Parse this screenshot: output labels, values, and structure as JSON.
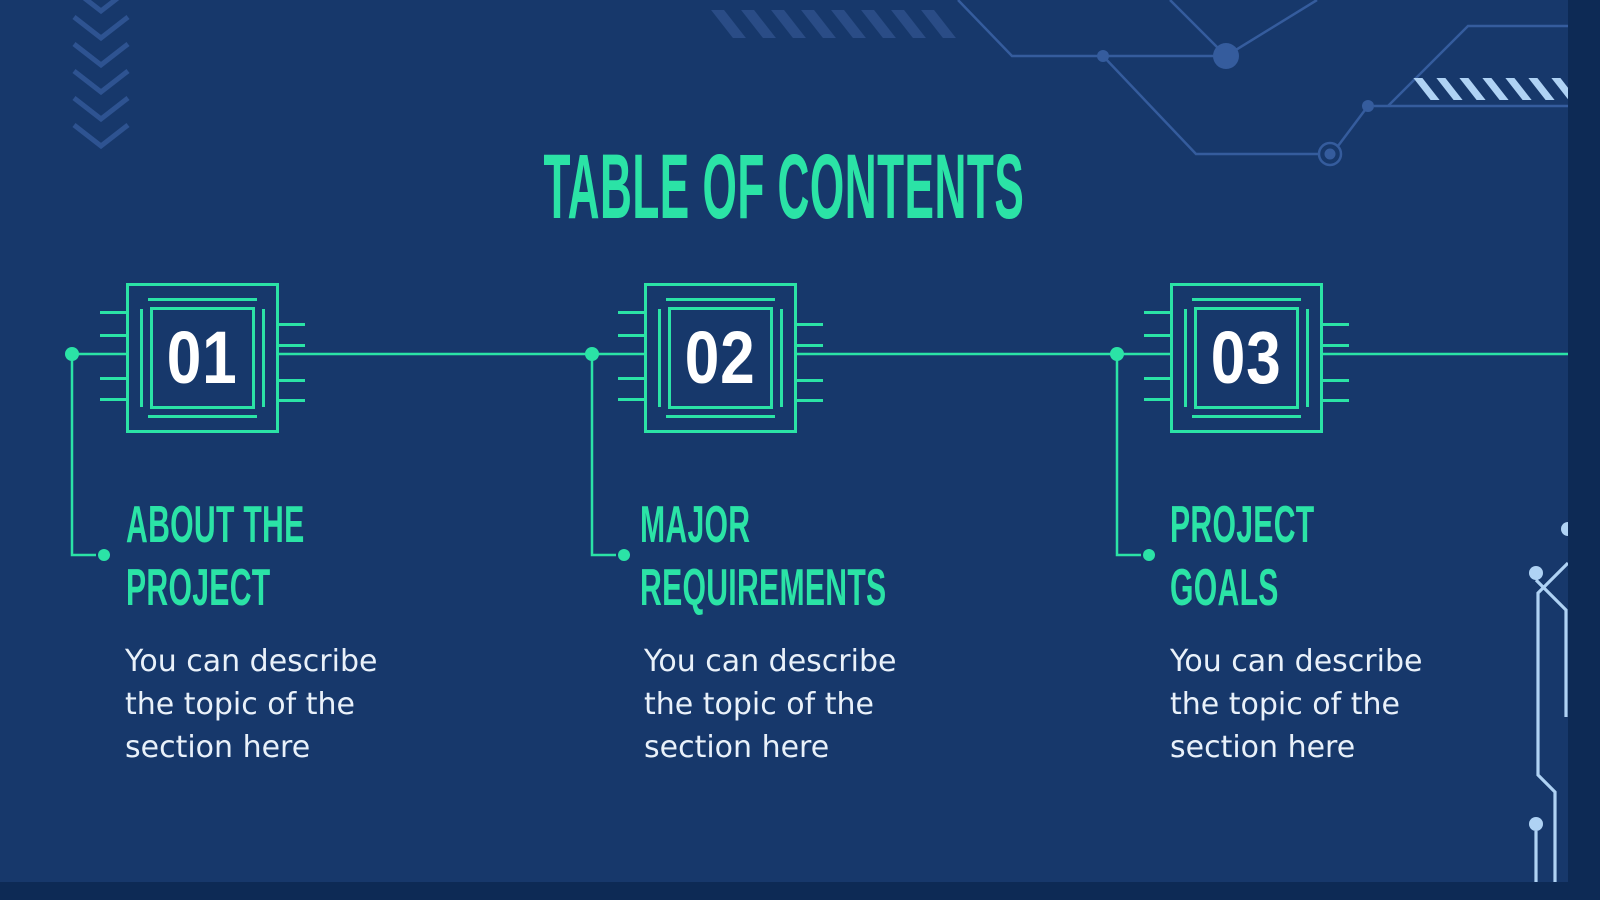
{
  "slide": {
    "title": "TABLE OF CONTENTS",
    "sections": [
      {
        "number": "01",
        "title_lines": [
          "ABOUT THE",
          "PROJECT"
        ],
        "description_lines": [
          "You can describe",
          "the topic of the",
          "section here"
        ]
      },
      {
        "number": "02",
        "title_lines": [
          "MAJOR",
          "REQUIREMENTS"
        ],
        "description_lines": [
          "You can describe",
          "the topic of the",
          "section here"
        ]
      },
      {
        "number": "03",
        "title_lines": [
          "PROJECT",
          "GOALS"
        ],
        "description_lines": [
          "You can describe",
          "the topic of the",
          "section here"
        ]
      }
    ]
  },
  "icons": [
    "chip-icon",
    "chevron-down-icon",
    "hatch-stripes",
    "circuit-trace",
    "node-dot"
  ],
  "colors": {
    "background": "#17386B",
    "accent_teal": "#2BE3A6",
    "number_white": "#FFFFFF",
    "body_text": "#E9F1FA",
    "circuit_blue": "#355C9D",
    "hatch_dark_blue": "#2A4C86",
    "chevron_blue": "#2E5391",
    "light_blue": "#AFD2F4"
  }
}
